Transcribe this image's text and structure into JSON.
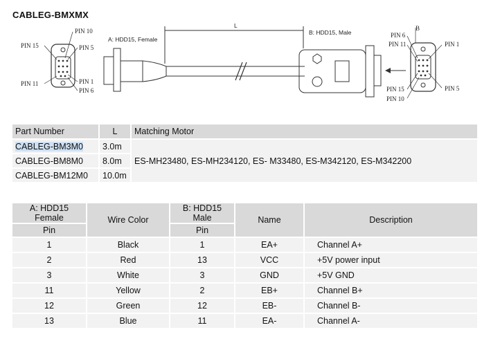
{
  "title": "CABLEG-BMXMX",
  "diagram": {
    "left_connector_pins": [
      "PIN 10",
      "PIN 15",
      "PIN 5",
      "PIN 11",
      "PIN 1",
      "PIN 6"
    ],
    "right_connector_pins": [
      "PIN 6",
      "PIN 11",
      "PIN 1",
      "PIN 15",
      "PIN 5",
      "PIN 10"
    ],
    "label_a": "A: HDD15, Female",
    "label_b": "B: HDD15, Male",
    "length_label": "L",
    "b_label": "B"
  },
  "parts_table": {
    "headers": [
      "Part Number",
      "L",
      "Matching Motor"
    ],
    "rows": [
      {
        "part": "CABLEG-BM3M0",
        "l": "3.0m"
      },
      {
        "part": "CABLEG-BM8M0",
        "l": "8.0m"
      },
      {
        "part": "CABLEG-BM12M0",
        "l": "10.0m"
      }
    ],
    "matching_motor": "ES-MH23480, ES-MH234120, ES- M33480, ES-M342120, ES-M342200"
  },
  "wiring_table": {
    "headers": {
      "a_top": "A: HDD15 Female",
      "a_sub": "Pin",
      "wire_color": "Wire Color",
      "b_top": "B: HDD15 Male",
      "b_sub": "Pin",
      "name": "Name",
      "description": "Description"
    },
    "rows": [
      {
        "a_pin": "1",
        "color": "Black",
        "b_pin": "1",
        "name": "EA+",
        "desc": "Channel A+"
      },
      {
        "a_pin": "2",
        "color": "Red",
        "b_pin": "13",
        "name": "VCC",
        "desc": "+5V power input"
      },
      {
        "a_pin": "3",
        "color": "White",
        "b_pin": "3",
        "name": "GND",
        "desc": "+5V GND"
      },
      {
        "a_pin": "11",
        "color": "Yellow",
        "b_pin": "2",
        "name": "EB+",
        "desc": "Channel B+"
      },
      {
        "a_pin": "12",
        "color": "Green",
        "b_pin": "12",
        "name": "EB-",
        "desc": "Channel B-"
      },
      {
        "a_pin": "13",
        "color": "Blue",
        "b_pin": "11",
        "name": "EA-",
        "desc": "Channel A-"
      }
    ]
  }
}
